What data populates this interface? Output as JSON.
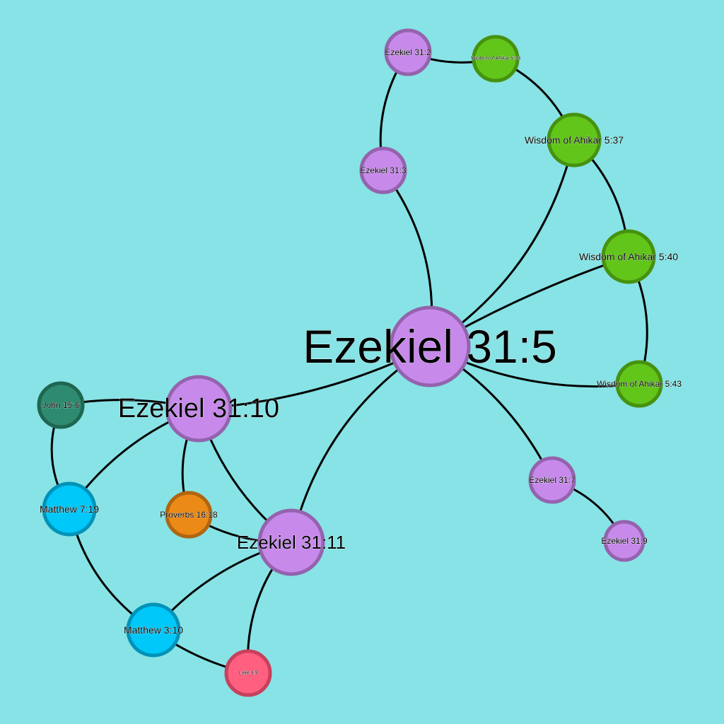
{
  "palette": {
    "background": "#87e3e5",
    "ezekiel": {
      "fill": "#c78aeb",
      "stroke": "#9463ad"
    },
    "wisdom": {
      "fill": "#62c51a",
      "stroke": "#46920f"
    },
    "john": {
      "fill": "#2e8b6f",
      "stroke": "#1e6650"
    },
    "matthew": {
      "fill": "#00c8f8",
      "stroke": "#0092b8"
    },
    "proverbs": {
      "fill": "#ec8a17",
      "stroke": "#b06510"
    },
    "luke": {
      "fill": "#ff6080",
      "stroke": "#c8405c"
    },
    "edge": "#000000"
  },
  "nodes": [
    {
      "id": "ez-31-5",
      "label": "Ezekiel 31:5",
      "group": "ezekiel"
    },
    {
      "id": "ez-31-10",
      "label": "Ezekiel 31:10",
      "group": "ezekiel"
    },
    {
      "id": "ez-31-11",
      "label": "Ezekiel 31:11",
      "group": "ezekiel"
    },
    {
      "id": "ez-31-2",
      "label": "Ezekiel 31:2",
      "group": "ezekiel"
    },
    {
      "id": "ez-31-3",
      "label": "Ezekiel 31:3",
      "group": "ezekiel"
    },
    {
      "id": "ez-31-7",
      "label": "Ezekiel 31:7",
      "group": "ezekiel"
    },
    {
      "id": "ez-31-9",
      "label": "Ezekiel 31:9",
      "group": "ezekiel"
    },
    {
      "id": "wa-5-33",
      "label": "Wisdom of Ahikar 5:33",
      "group": "wisdom"
    },
    {
      "id": "wa-5-37",
      "label": "Wisdom of Ahikar 5:37",
      "group": "wisdom"
    },
    {
      "id": "wa-5-40",
      "label": "Wisdom of Ahikar 5:40",
      "group": "wisdom"
    },
    {
      "id": "wa-5-43",
      "label": "Wisdom of Ahikar 5:43",
      "group": "wisdom"
    },
    {
      "id": "jn-15-6",
      "label": "John 15:6",
      "group": "john"
    },
    {
      "id": "mt-7-19",
      "label": "Matthew 7:19",
      "group": "matthew"
    },
    {
      "id": "mt-3-10",
      "label": "Matthew 3:10",
      "group": "matthew"
    },
    {
      "id": "pr-16-18",
      "label": "Proverbs 16:18",
      "group": "proverbs"
    },
    {
      "id": "lk-3-9",
      "label": "Luke 3:9",
      "group": "luke"
    }
  ],
  "edges": [
    {
      "source": "ez-31-2",
      "target": "wa-5-33"
    },
    {
      "source": "ez-31-2",
      "target": "ez-31-3"
    },
    {
      "source": "wa-5-33",
      "target": "wa-5-37"
    },
    {
      "source": "wa-5-37",
      "target": "wa-5-40"
    },
    {
      "source": "wa-5-37",
      "target": "ez-31-5"
    },
    {
      "source": "wa-5-40",
      "target": "wa-5-43"
    },
    {
      "source": "wa-5-40",
      "target": "ez-31-5"
    },
    {
      "source": "ez-31-3",
      "target": "ez-31-5"
    },
    {
      "source": "ez-31-5",
      "target": "wa-5-43"
    },
    {
      "source": "ez-31-5",
      "target": "ez-31-10"
    },
    {
      "source": "ez-31-5",
      "target": "ez-31-11"
    },
    {
      "source": "ez-31-5",
      "target": "ez-31-7"
    },
    {
      "source": "ez-31-7",
      "target": "ez-31-9"
    },
    {
      "source": "ez-31-10",
      "target": "jn-15-6"
    },
    {
      "source": "ez-31-10",
      "target": "mt-7-19"
    },
    {
      "source": "ez-31-10",
      "target": "pr-16-18"
    },
    {
      "source": "ez-31-10",
      "target": "ez-31-11"
    },
    {
      "source": "jn-15-6",
      "target": "mt-7-19"
    },
    {
      "source": "mt-7-19",
      "target": "mt-3-10"
    },
    {
      "source": "pr-16-18",
      "target": "ez-31-11"
    },
    {
      "source": "ez-31-11",
      "target": "mt-3-10"
    },
    {
      "source": "ez-31-11",
      "target": "lk-3-9"
    },
    {
      "source": "mt-3-10",
      "target": "lk-3-9"
    }
  ]
}
